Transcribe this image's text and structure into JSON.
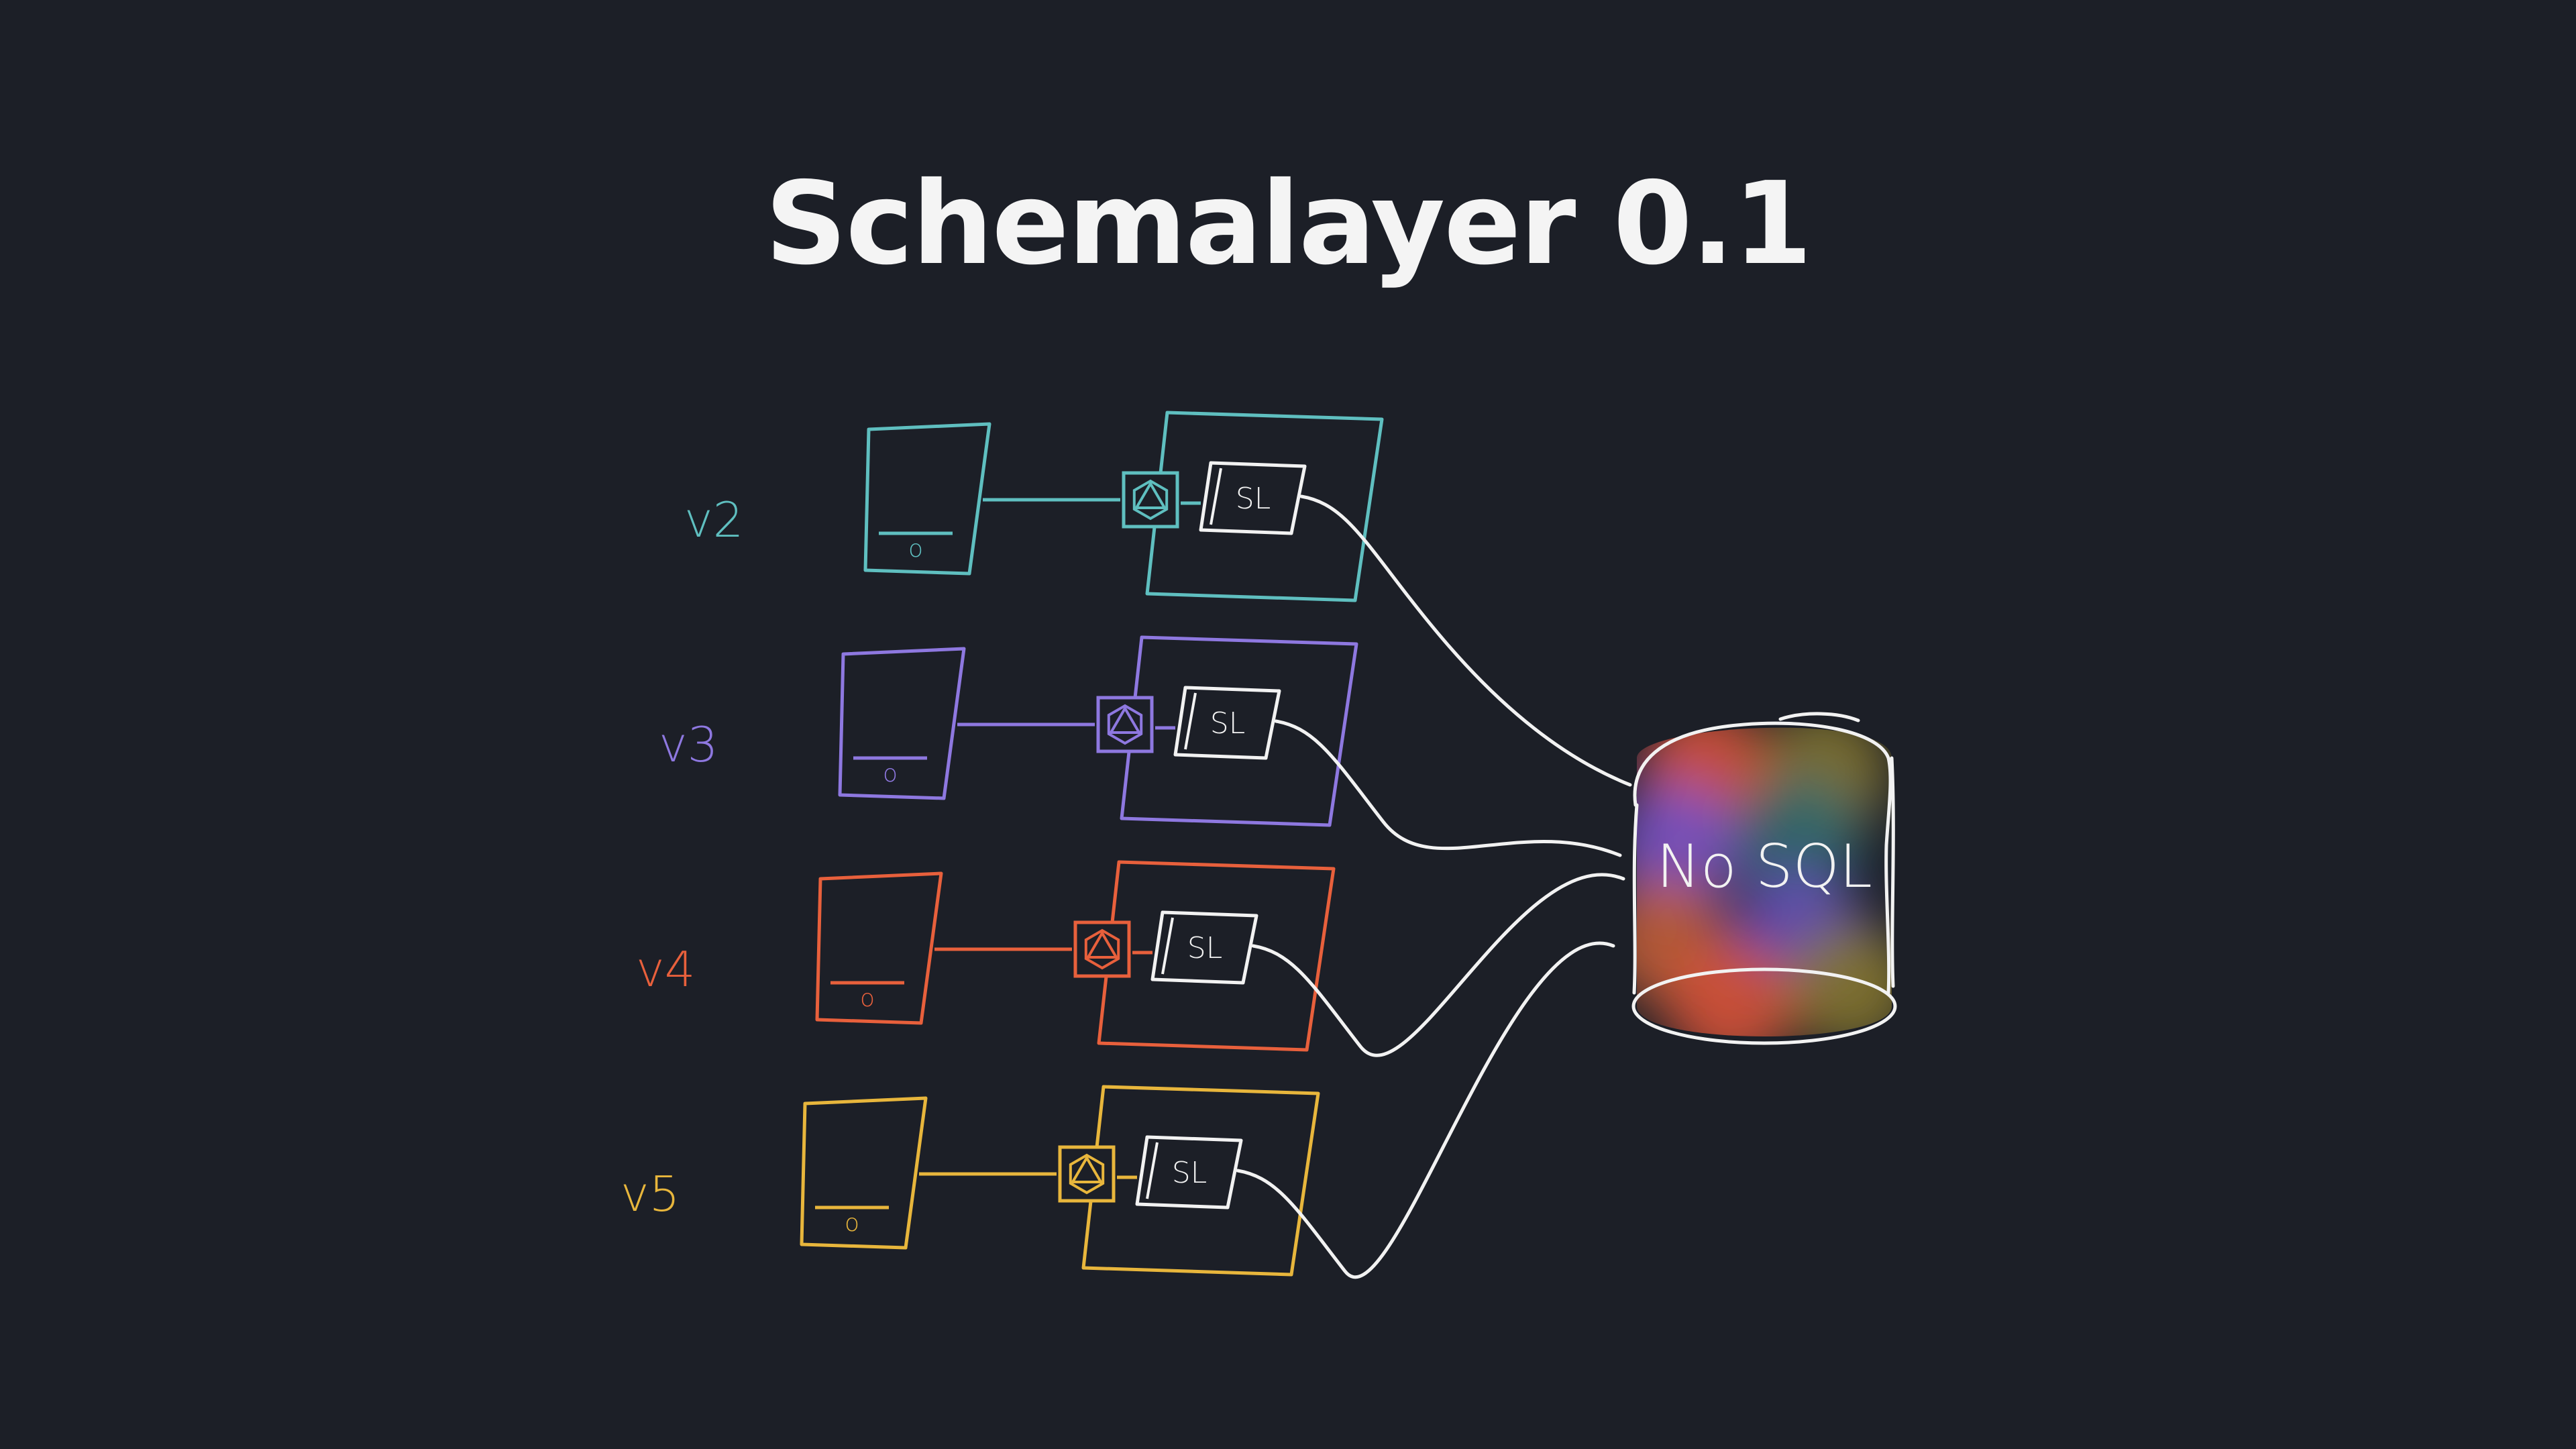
{
  "title": "Schemalayer 0.1",
  "rows": [
    {
      "version": "v2",
      "color": "#5fbfc0",
      "device_button": "o",
      "layer_label": "SL"
    },
    {
      "version": "v3",
      "color": "#8e78e0",
      "device_button": "o",
      "layer_label": "SL"
    },
    {
      "version": "v4",
      "color": "#e8603c",
      "device_button": "o",
      "layer_label": "SL"
    },
    {
      "version": "v5",
      "color": "#e8b63c",
      "device_button": "o",
      "layer_label": "SL"
    }
  ],
  "database": {
    "label": "No SQL",
    "blob_colors": [
      "#e0553a",
      "#8a7a2e",
      "#7d55d0",
      "#2e6b72",
      "#c8603a",
      "#6a4fc0"
    ]
  },
  "connector_color": "#f2f2f2"
}
